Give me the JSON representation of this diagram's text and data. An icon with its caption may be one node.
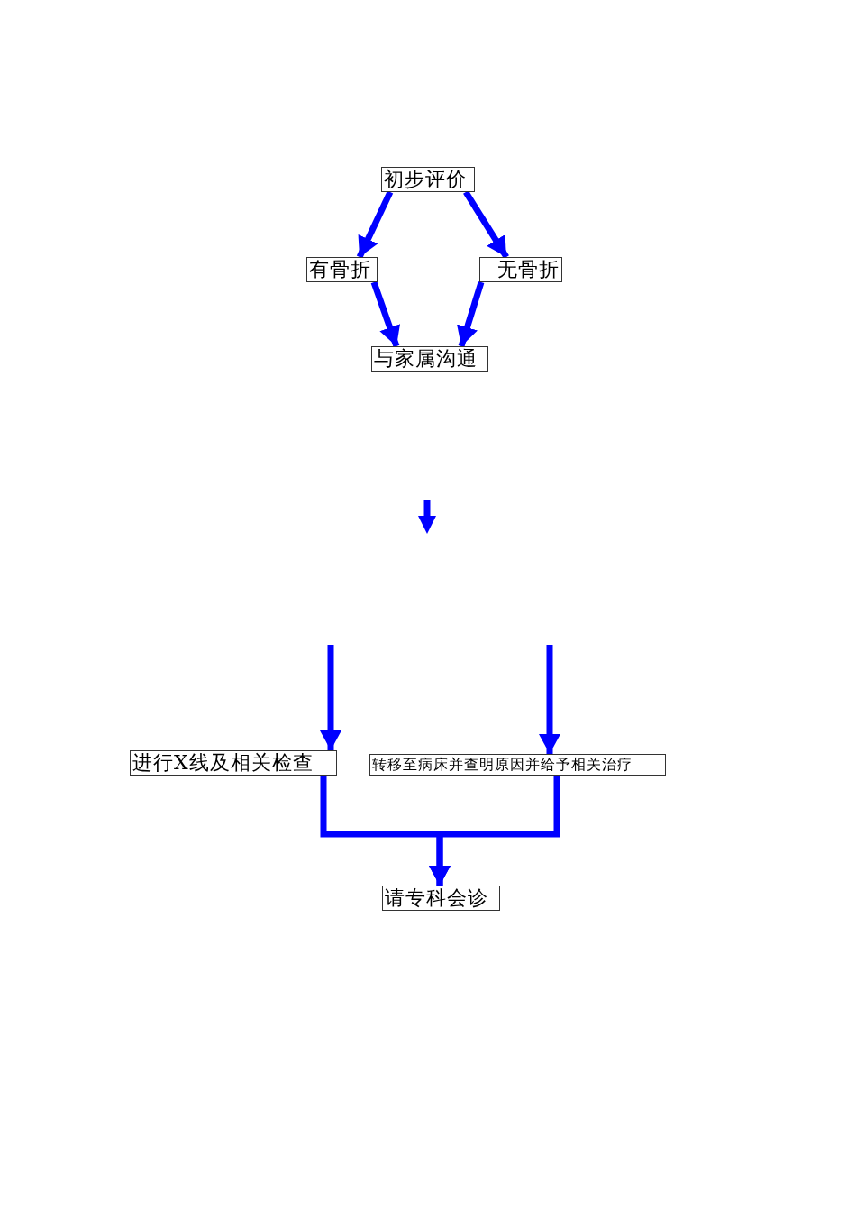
{
  "diagram": {
    "nodes": [
      {
        "text": [
          "初步评价"
        ]
      },
      {
        "text": [
          "有骨折"
        ]
      },
      {
        "text": [
          "无骨折"
        ]
      },
      {
        "text": [
          "与家属沟通"
        ]
      },
      {
        "text": [
          "进行X线及相关检查"
        ]
      },
      {
        "text": [
          "转移至病床并查明原因并给予相关治疗"
        ]
      },
      {
        "text": [
          "请专科会诊"
        ]
      }
    ],
    "edges": [
      {
        "from": 0,
        "to": 1,
        "arrow": "to"
      },
      {
        "from": 0,
        "to": 2,
        "arrow": "to"
      },
      {
        "from": 1,
        "to": 3,
        "arrow": "to"
      },
      {
        "from": 2,
        "to": 3,
        "arrow": "to"
      },
      {
        "from": null,
        "to": 4,
        "arrow": "to"
      },
      {
        "from": null,
        "to": 5,
        "arrow": "to"
      },
      {
        "from": 4,
        "to": 6,
        "arrow": "to"
      },
      {
        "from": 5,
        "to": 6,
        "arrow": "to"
      }
    ]
  }
}
